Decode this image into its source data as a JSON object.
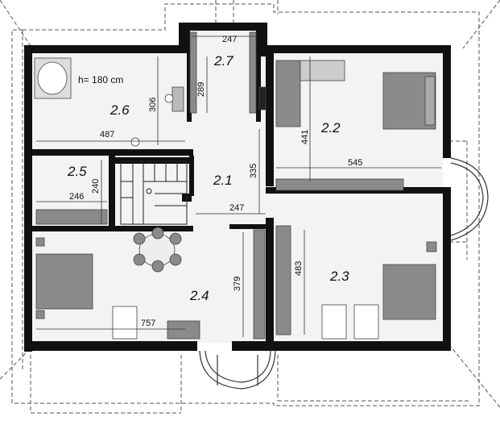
{
  "plan": {
    "rooms": [
      {
        "id": "2.1",
        "label": "2.1"
      },
      {
        "id": "2.2",
        "label": "2.2"
      },
      {
        "id": "2.3",
        "label": "2.3"
      },
      {
        "id": "2.4",
        "label": "2.4"
      },
      {
        "id": "2.5",
        "label": "2.5"
      },
      {
        "id": "2.6",
        "label": "2.6"
      },
      {
        "id": "2.7",
        "label": "2.7"
      }
    ],
    "dimensions": [
      {
        "id": "d247top",
        "text": "247"
      },
      {
        "id": "d289",
        "text": "289"
      },
      {
        "id": "d306",
        "text": "306"
      },
      {
        "id": "d487",
        "text": "487"
      },
      {
        "id": "d441",
        "text": "441"
      },
      {
        "id": "d545",
        "text": "545"
      },
      {
        "id": "d335",
        "text": "335"
      },
      {
        "id": "d240",
        "text": "240"
      },
      {
        "id": "d246",
        "text": "246"
      },
      {
        "id": "d247mid",
        "text": "247"
      },
      {
        "id": "d483",
        "text": "483"
      },
      {
        "id": "d379",
        "text": "379"
      },
      {
        "id": "d757",
        "text": "757"
      }
    ],
    "bath_note": "h= 180 cm",
    "colors": {
      "wall": "#111111",
      "floor": "#f3f3f3",
      "furniture": "#8a8a8a",
      "dash": "#555555"
    }
  }
}
